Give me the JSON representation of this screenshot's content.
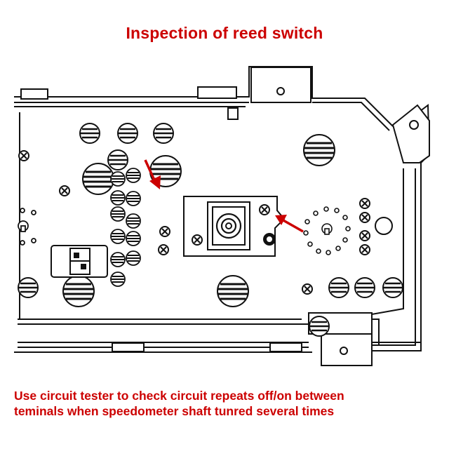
{
  "title": "Inspection of reed switch",
  "caption": {
    "line1": "Use circuit tester to check circuit repeats off/on between",
    "line2": "teminals when speedometer shaft tunred several times"
  },
  "colors": {
    "annotation": "#cc0000",
    "ink": "#111111",
    "background": "#ffffff"
  }
}
